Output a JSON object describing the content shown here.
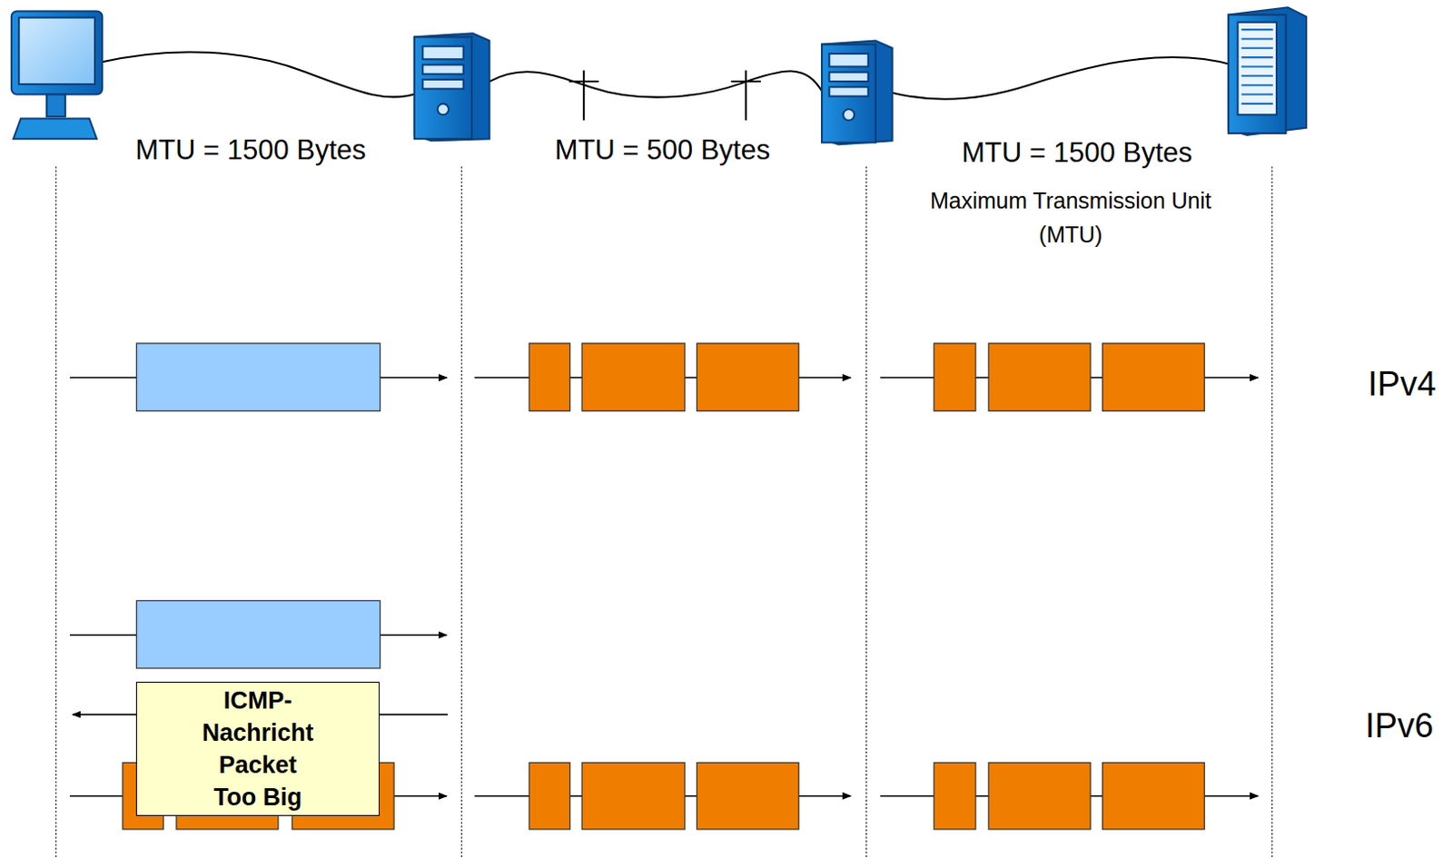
{
  "diagram": {
    "nodes": [
      {
        "text": [
          "ICMP-Nachricht Packet Too Big"
        ]
      }
    ],
    "labels": [
      "MTU = 1500 Bytes",
      "MTU = 500 Bytes",
      "MTU = 1500 Bytes",
      "Maximum Transmission Unit (MTU)",
      "IPv4",
      "IPv6"
    ]
  }
}
